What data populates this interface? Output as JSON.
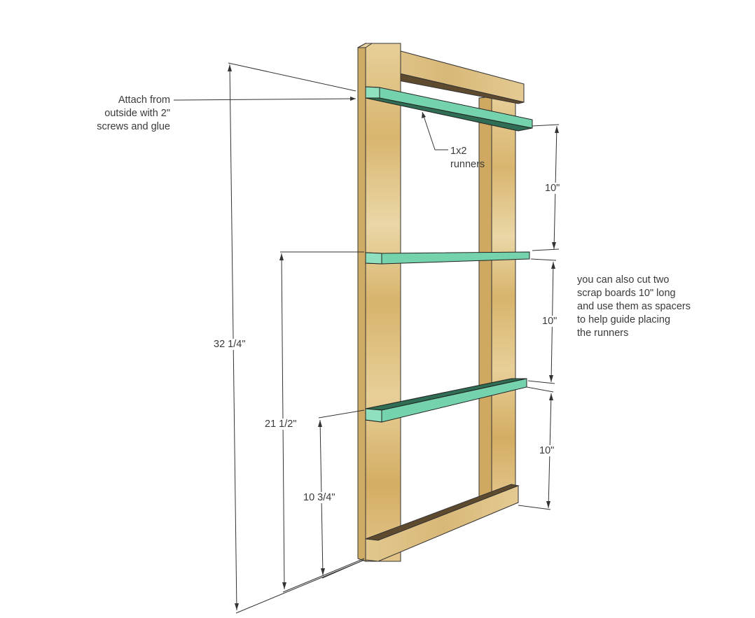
{
  "callouts": {
    "attach": [
      "Attach from",
      "outside with 2\"",
      "screws and glue"
    ],
    "runners": [
      "1x2",
      "runners"
    ],
    "spacers": [
      "you can also cut two",
      "scrap boards 10\" long",
      "and use them as spacers",
      "to help guide placing",
      "the runners"
    ]
  },
  "dimensions": {
    "overall_height": "32 1/4\"",
    "middle_runner_height": "21 1/2\"",
    "bottom_runner_height": "10 3/4\"",
    "spacing_top": "10\"",
    "spacing_middle": "10\"",
    "spacing_bottom": "10\""
  },
  "colors": {
    "wood_light": "#e3c98f",
    "wood_mid": "#d6b06a",
    "wood_dark": "#5e4a2e",
    "runner_face": "#74d3ad",
    "runner_top": "#2f6d55",
    "line": "#333333"
  }
}
